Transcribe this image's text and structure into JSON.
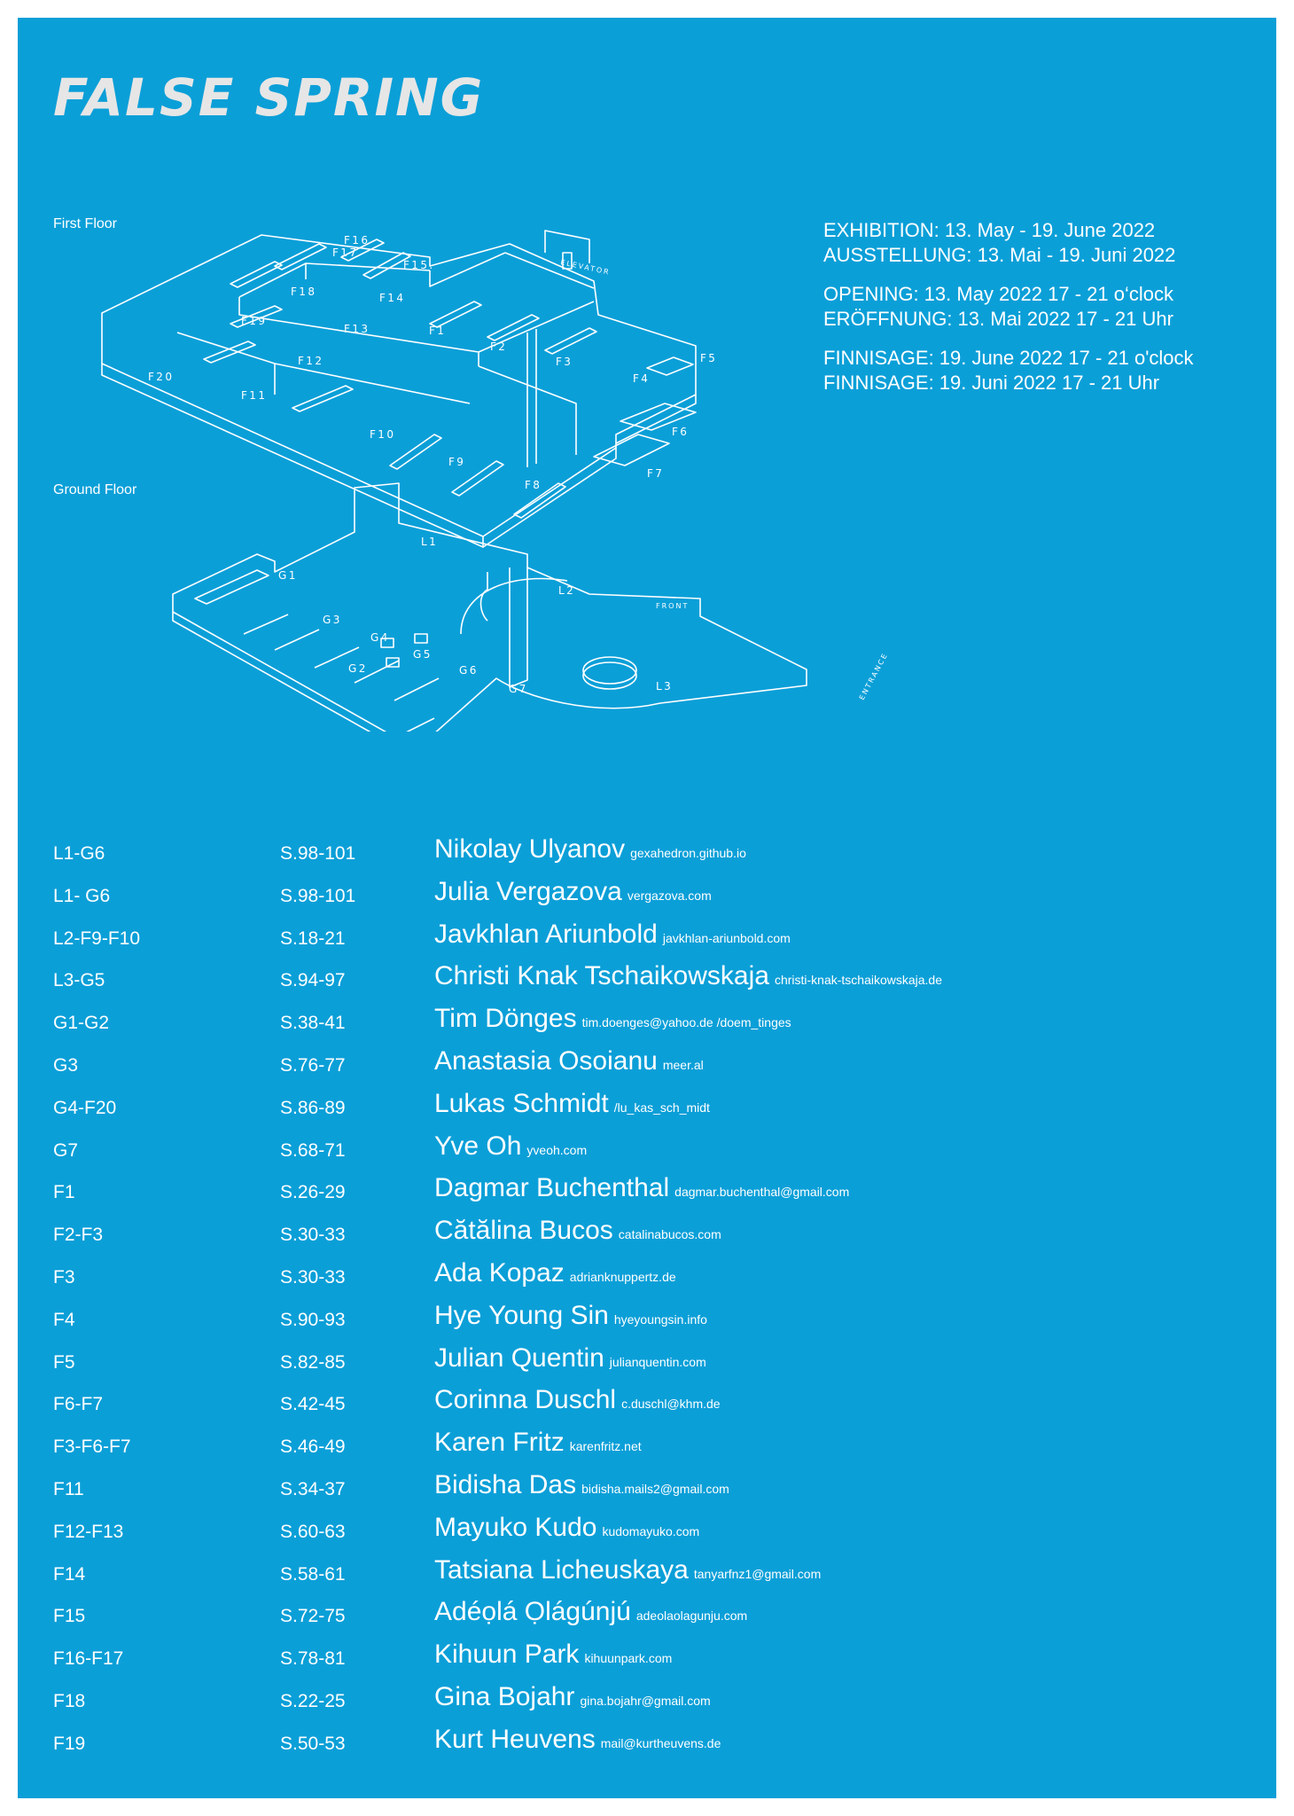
{
  "title": "FALSE SPRING",
  "floors": {
    "first": "First Floor",
    "ground": "Ground Floor"
  },
  "info": [
    [
      "EXHIBITION: 13. May - 19. June 2022",
      "AUSSTELLUNG: 13. Mai - 19. Juni 2022"
    ],
    [
      "OPENING: 13. May 2022  17  - 21 o‘clock",
      "ERÖFFNUNG: 13. Mai 2022 17 - 21 Uhr"
    ],
    [
      "FINNISAGE: 19. June 2022  17  - 21 o'clock",
      "FINNISAGE: 19. Juni 2022 17 - 21 Uhr"
    ]
  ],
  "map_labels": {
    "first": [
      "F16",
      "F17",
      "F15.",
      "F18",
      "F14",
      "F19",
      "F13",
      "F1",
      "F2",
      "F3",
      "F4",
      "F5",
      "F20",
      "F12",
      "F11",
      "F10",
      "F9",
      "F8",
      "F6",
      "F7"
    ],
    "ground": [
      "L1",
      "G1",
      "G3",
      "G4",
      "G5",
      "G6",
      "G2",
      "G7",
      "L2",
      "L3"
    ],
    "elevator": "ELEVATOR",
    "front": "FRONT",
    "entrance": "ENTRANCE"
  },
  "artists": [
    {
      "loc": "L1-G6",
      "pages": "S.98-101",
      "name": "Nikolay Ulyanov",
      "contact": "gexahedron.github.io"
    },
    {
      "loc": "L1- G6",
      "pages": "S.98-101",
      "name": "Julia Vergazova",
      "contact": "vergazova.com"
    },
    {
      "loc": "L2-F9-F10",
      "pages": "S.18-21",
      "name": "Javkhlan Ariunbold",
      "contact": "javkhlan-ariunbold.com"
    },
    {
      "loc": "L3-G5",
      "pages": "S.94-97",
      "name": "Christi Knak Tschaikowskaja",
      "contact": "christi-knak-tschaikowskaja.de"
    },
    {
      "loc": "G1-G2",
      "pages": "S.38-41",
      "name": "Tim Dönges",
      "contact": "tim.doenges@yahoo.de /doem_tinges"
    },
    {
      "loc": "G3",
      "pages": "S.76-77",
      "name": "Anastasia Osoianu",
      "contact": "meer.al"
    },
    {
      "loc": "G4-F20",
      "pages": "S.86-89",
      "name": "Lukas Schmidt",
      "contact": "/lu_kas_sch_midt"
    },
    {
      "loc": "G7",
      "pages": "S.68-71",
      "name": "Yve Oh",
      "contact": "yveoh.com"
    },
    {
      "loc": "F1",
      "pages": "S.26-29",
      "name": "Dagmar Buchenthal",
      "contact": "dagmar.buchenthal@gmail.com"
    },
    {
      "loc": "F2-F3",
      "pages": "S.30-33",
      "name": "Cătălina Bucos",
      "contact": "catalinabucos.com"
    },
    {
      "loc": "F3",
      "pages": "S.30-33",
      "name": "Ada Kopaz",
      "contact": "adrianknuppertz.de"
    },
    {
      "loc": "F4",
      "pages": "S.90-93",
      "name": "Hye Young Sin",
      "contact": "hyeyoungsin.info"
    },
    {
      "loc": "F5",
      "pages": "S.82-85",
      "name": "Julian Quentin",
      "contact": "julianquentin.com"
    },
    {
      "loc": "F6-F7",
      "pages": "S.42-45",
      "name": "Corinna Duschl",
      "contact": "c.duschl@khm.de"
    },
    {
      "loc": "F3-F6-F7",
      "pages": "S.46-49",
      "name": "Karen Fritz",
      "contact": "karenfritz.net"
    },
    {
      "loc": "F11",
      "pages": "S.34-37",
      "name": "Bidisha Das",
      "contact": "bidisha.mails2@gmail.com"
    },
    {
      "loc": "F12-F13",
      "pages": "S.60-63",
      "name": "Mayuko Kudo",
      "contact": "kudomayuko.com"
    },
    {
      "loc": "F14",
      "pages": "S.58-61",
      "name": "Tatsiana Licheuskaya",
      "contact": "tanyarfnz1@gmail.com"
    },
    {
      "loc": "F15",
      "pages": "S.72-75",
      "name": "Adéọlá Ọlágúnjú",
      "contact": "adeolaolagunju.com"
    },
    {
      "loc": "F16-F17",
      "pages": "S.78-81",
      "name": "Kihuun Park",
      "contact": "kihuunpark.com"
    },
    {
      "loc": "F18",
      "pages": "S.22-25",
      "name": "Gina Bojahr",
      "contact": "gina.bojahr@gmail.com"
    },
    {
      "loc": "F19",
      "pages": "S.50-53",
      "name": "Kurt Heuvens",
      "contact": "mail@kurtheuvens.de"
    }
  ]
}
